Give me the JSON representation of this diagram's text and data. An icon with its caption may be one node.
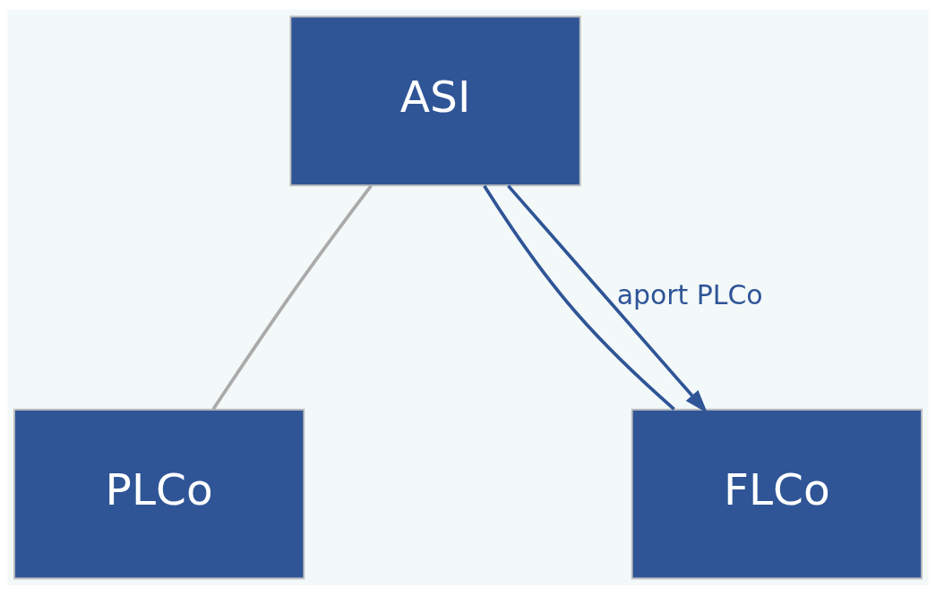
{
  "diagram": {
    "nodes": [
      {
        "text": [
          "ASI"
        ]
      },
      {
        "text": [
          "PLCo"
        ]
      },
      {
        "text": [
          "FLCo"
        ]
      }
    ],
    "edges": [
      {
        "from": 0,
        "to": 1,
        "arrow": "none",
        "color": "#aaaaaa"
      },
      {
        "from": 0,
        "to": 2,
        "arrow": "none"
      },
      {
        "from": 0,
        "to": 2,
        "arrow": "to",
        "label": "aport PLCo"
      }
    ]
  }
}
